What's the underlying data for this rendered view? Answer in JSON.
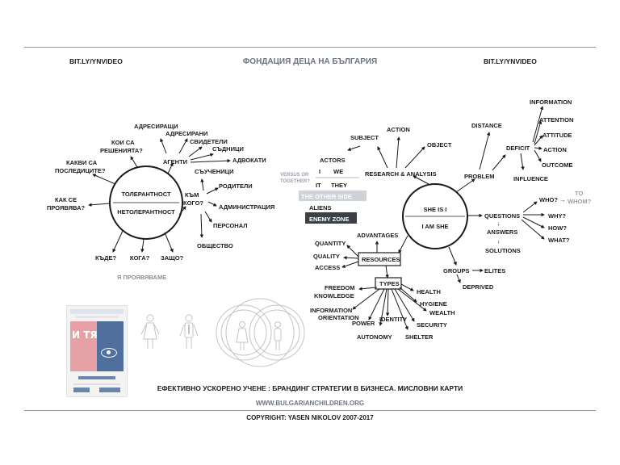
{
  "header": {
    "left_link": "BIT.LY/YNVIDEO",
    "right_link": "BIT.LY/YNVIDEO",
    "title": "ФОНДАЦИЯ ДЕЦА НА БЪЛГАРИЯ"
  },
  "left_map": {
    "circle_top": "ТОЛЕРАНТНОСТ",
    "circle_bottom": "НЕТОЛЕРАНТНОСТ",
    "agents": "АГЕНТИ",
    "addressees_1": "АДРЕСИРАЩИ",
    "addressees_2": "АДРЕСИРАНИ",
    "witnesses": "СВИДЕТЕЛИ",
    "accomplices": "СЪДНИЦИ",
    "lawyers": "АДВОКАТИ",
    "which_solutions_1": "КОИ СА",
    "which_solutions_2": "РЕШЕНИЯТА?",
    "which_consequences_1": "КАКВИ СА",
    "which_consequences_2": "ПОСЛЕДИЦИТЕ?",
    "how_1": "КАК СЕ",
    "how_2": "ПРОЯВЯВА?",
    "to_whom_1": "КЪМ",
    "to_whom_2": "КОГО?",
    "accomplices_2": "СЪУЧЕНИЦИ",
    "parents": "РОДИТЕЛИ",
    "administration": "АДМИНИСТРАЦИЯ",
    "staff": "ПЕРСОНАЛ",
    "society": "ОБЩЕСТВО",
    "where": "КЪДЕ?",
    "when": "КОГА?",
    "why": "ЗАЩО?",
    "manifest": "Я ПРОЯВЯВАМЕ"
  },
  "middle": {
    "actors": "ACTORS",
    "versus_1": "VERSUS OR",
    "versus_2": "TOGETHER?",
    "i": "I",
    "we": "WE",
    "it": "IT",
    "they": "THEY",
    "other_side": "THE OTHER SIDE",
    "aliens": "ALIENS",
    "enemy_zone": "ENEMY ZONE"
  },
  "right_map": {
    "circle_top": "SHE IS I",
    "circle_bottom": "I AM SHE",
    "research": "RESEARCH & ANALYSIS",
    "subject": "SUBJECT",
    "action": "ACTION",
    "object": "OBJECT",
    "problem": "PROBLEM",
    "distance": "DISTANCE",
    "deficit": "DEFICIT",
    "information": "INFORMATION",
    "attention": "ATTENTION",
    "attitude": "ATTITUDE",
    "action_2": "ACTION",
    "outcome": "OUTCOME",
    "influence": "INFLUENCE",
    "questions": "QUESTIONS",
    "who": "WHO? →",
    "to_whom_1": "TO",
    "to_whom_2": "WHOM?",
    "why": "WHY?",
    "how": "HOW?",
    "what": "WHAT?",
    "answers": "ANSWERS",
    "solutions": "SOLUTIONS",
    "groups": "GROUPS",
    "elites": "ELITES",
    "deprived": "DEPRIVED",
    "advantages": "ADVANTAGES",
    "resources": "RESOURCES",
    "quantity": "QUANTITY",
    "quality": "QUALITY",
    "access": "ACCESS",
    "types": "TYPES",
    "freedom": "FREEDOM",
    "knowledge": "KNOWLEDGE",
    "information_2": "INFORMATION",
    "orientation": "ORIENTATION",
    "power": "POWER",
    "identity": "IDENTITY",
    "autonomy": "AUTONOMY",
    "health": "HEALTH",
    "hygiene": "HYGIENE",
    "wealth": "WEALTH",
    "security": "SECURITY",
    "shelter": "SHELTER",
    "small_arrow": "↓"
  },
  "poster": {
    "big_text": "И ТЯ"
  },
  "footer": {
    "subtitle": "ЕФЕКТИВНО УСКОРЕНО УЧЕНЕ : БРАНДИНГ СТРАТЕГИИ В БИЗНЕСА. МИСЛОВНИ КАРТИ",
    "website": "WWW.BULGARIANCHILDREN.ORG",
    "copyright": "COPYRIGHT: YASEN NIKOLOV 2007-2017"
  },
  "colors": {
    "title_gray": "#6d7480",
    "light_gray": "#9aa0a8",
    "enemy_zone_bg": "#3b3f46",
    "other_side_bg": "#cfd2d6",
    "manifest_gray": "#8a8f97"
  }
}
